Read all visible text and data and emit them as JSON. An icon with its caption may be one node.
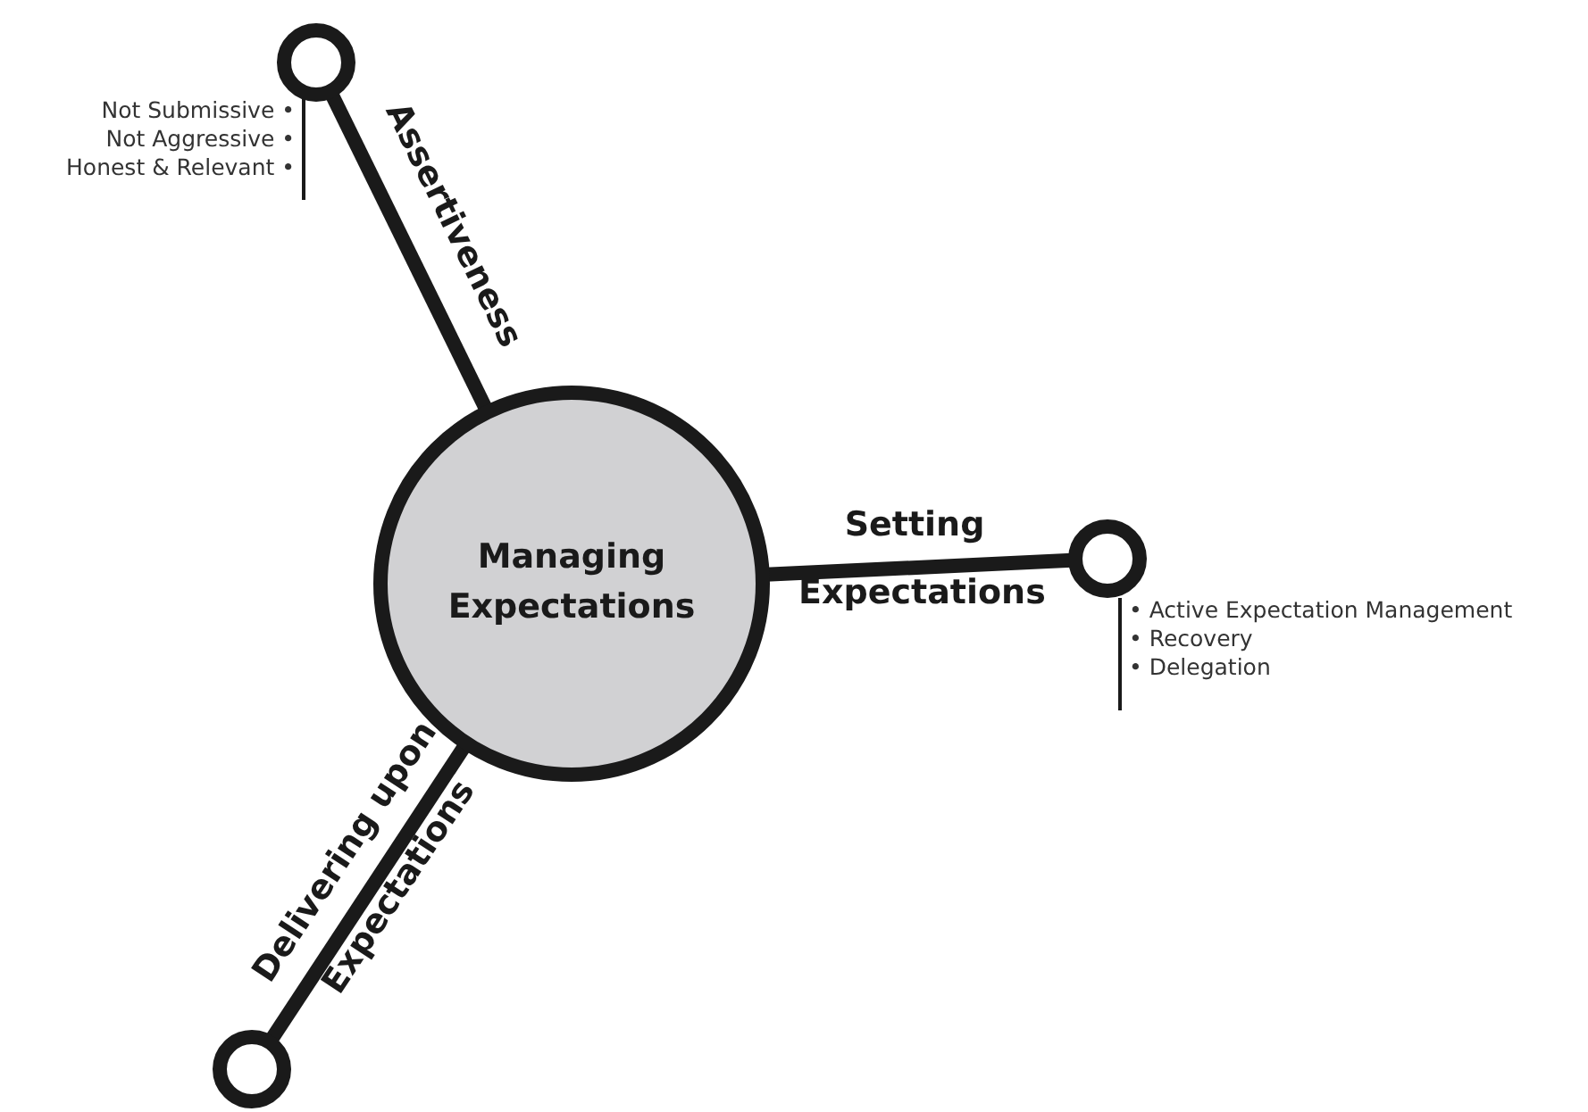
{
  "diagram": {
    "nodes": [
      {
        "text": [
          "Managing Expectations"
        ]
      },
      {
        "text": [],
        "shape": "circle",
        "beside": [
          "Not Submissive •",
          "Not Aggressive •",
          "Honest & Relevant •"
        ]
      },
      {
        "text": [],
        "shape": "circle",
        "beside": [
          "• Active Expectation Management",
          "• Recovery",
          "• Delegation"
        ]
      },
      {
        "text": [],
        "shape": "circle"
      }
    ],
    "edges": [
      {
        "from": 0,
        "to": 1,
        "arrow": "none",
        "label": "Assertiveness"
      },
      {
        "from": 0,
        "to": 2,
        "arrow": "none",
        "label": "Setting Expectations"
      },
      {
        "from": 0,
        "to": 3,
        "arrow": "none",
        "label": "Delivering upon Expectations"
      }
    ]
  }
}
